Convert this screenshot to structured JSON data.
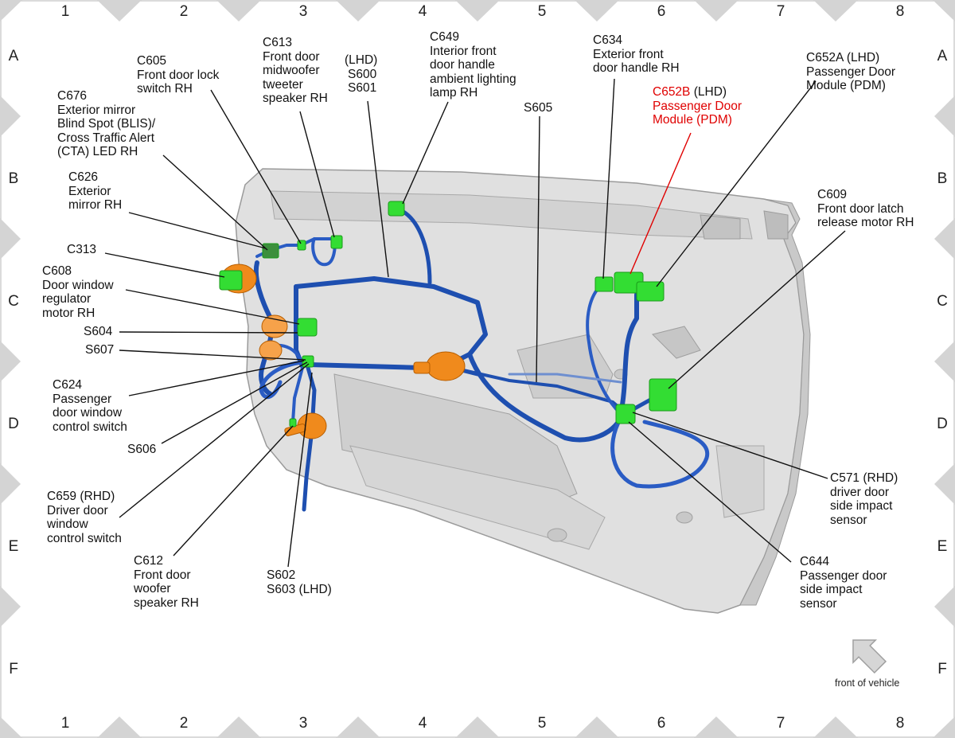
{
  "grid": {
    "columns": [
      "1",
      "2",
      "3",
      "4",
      "5",
      "6",
      "7",
      "8"
    ],
    "rows": [
      "A",
      "B",
      "C",
      "D",
      "E",
      "F"
    ]
  },
  "colors": {
    "harness": "#1e4fb0",
    "harness_light": "#5a82d8",
    "connector": "#33dd33",
    "grommet": "#f08a1c",
    "door_panel": "#d9d9d9",
    "highlight_text": "#e00000",
    "frame_triangle": "#d4d4d4"
  },
  "labels": {
    "c605": [
      "C605",
      "Front door lock",
      "switch RH"
    ],
    "c676": [
      "C676",
      "Exterior mirror",
      "Blind Spot (BLIS)/",
      "Cross Traffic Alert",
      "(CTA) LED RH"
    ],
    "c626": [
      "C626",
      "Exterior",
      "mirror RH"
    ],
    "c313": [
      "C313"
    ],
    "c608": [
      "C608",
      "Door window",
      "regulator",
      "motor RH"
    ],
    "s604": [
      "S604"
    ],
    "s607": [
      "S607"
    ],
    "c624": [
      "C624",
      "Passenger",
      "door window",
      "control switch"
    ],
    "s606": [
      "S606"
    ],
    "c659": [
      "C659 (RHD)",
      "Driver door",
      "window",
      "control switch"
    ],
    "c612": [
      "C612",
      "Front door",
      "woofer",
      "speaker RH"
    ],
    "s602": [
      "S602",
      "S603 (LHD)"
    ],
    "c613": [
      "C613",
      "Front door",
      "midwoofer",
      "tweeter",
      "speaker RH"
    ],
    "s600": [
      "(LHD)",
      "S600",
      "S601"
    ],
    "c649": [
      "C649",
      "Interior front",
      "door handle",
      "ambient lighting",
      "lamp RH"
    ],
    "s605": [
      "S605"
    ],
    "c634": [
      "C634",
      "Exterior front",
      "door handle RH"
    ],
    "c652b": {
      "code": "C652B",
      "qualifier": " (LHD)",
      "line2": "Passenger Door",
      "line3": "Module (PDM)"
    },
    "c652a": [
      "C652A (LHD)",
      "Passenger Door",
      "Module (PDM)"
    ],
    "c609": [
      "C609",
      "Front door latch",
      "release motor RH"
    ],
    "c571": [
      "C571 (RHD)",
      "driver door",
      "side impact",
      "sensor"
    ],
    "c644": [
      "C644",
      "Passenger door",
      "side impact",
      "sensor"
    ]
  },
  "front_of_vehicle": "front of vehicle",
  "front_arrow_icon": "arrow-up-left-icon"
}
